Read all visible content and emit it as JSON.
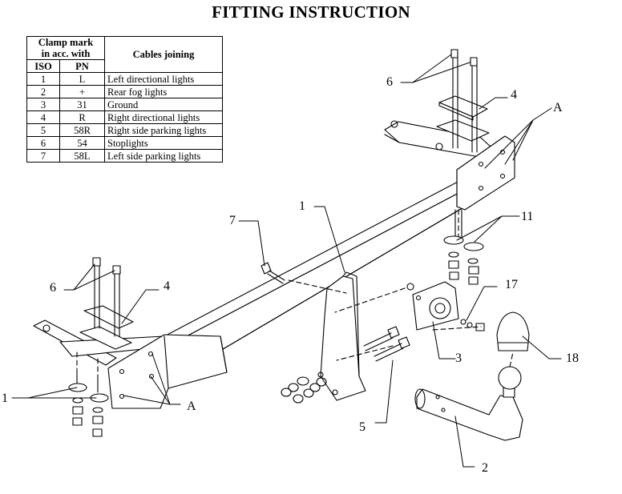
{
  "title": "FITTING INSTRUCTION",
  "table": {
    "header_clamp": [
      "Clamp mark",
      "in acc. with"
    ],
    "header_cables": "Cables joining",
    "header_iso": "ISO",
    "header_pn": "PN",
    "rows": [
      {
        "iso": "1",
        "pn": "L",
        "desc": "Left directional lights"
      },
      {
        "iso": "2",
        "pn": "+",
        "desc": "Rear fog lights"
      },
      {
        "iso": "3",
        "pn": "31",
        "desc": "Ground"
      },
      {
        "iso": "4",
        "pn": "R",
        "desc": "Right directional lights"
      },
      {
        "iso": "5",
        "pn": "58R",
        "desc": "Right side parking lights"
      },
      {
        "iso": "6",
        "pn": "54",
        "desc": "Stoplights"
      },
      {
        "iso": "7",
        "pn": "58L",
        "desc": "Left side parking lights"
      }
    ]
  },
  "callouts": {
    "l6_top": "6",
    "l4_top": "4",
    "lA_top": "A",
    "l11": "11",
    "l7": "7",
    "l1_beam": "1",
    "l6_left": "6",
    "l4_left": "4",
    "l17": "17",
    "l3": "3",
    "l18": "18",
    "l1_left": "1",
    "lA_bottom": "A",
    "l5": "5",
    "l2": "2"
  }
}
